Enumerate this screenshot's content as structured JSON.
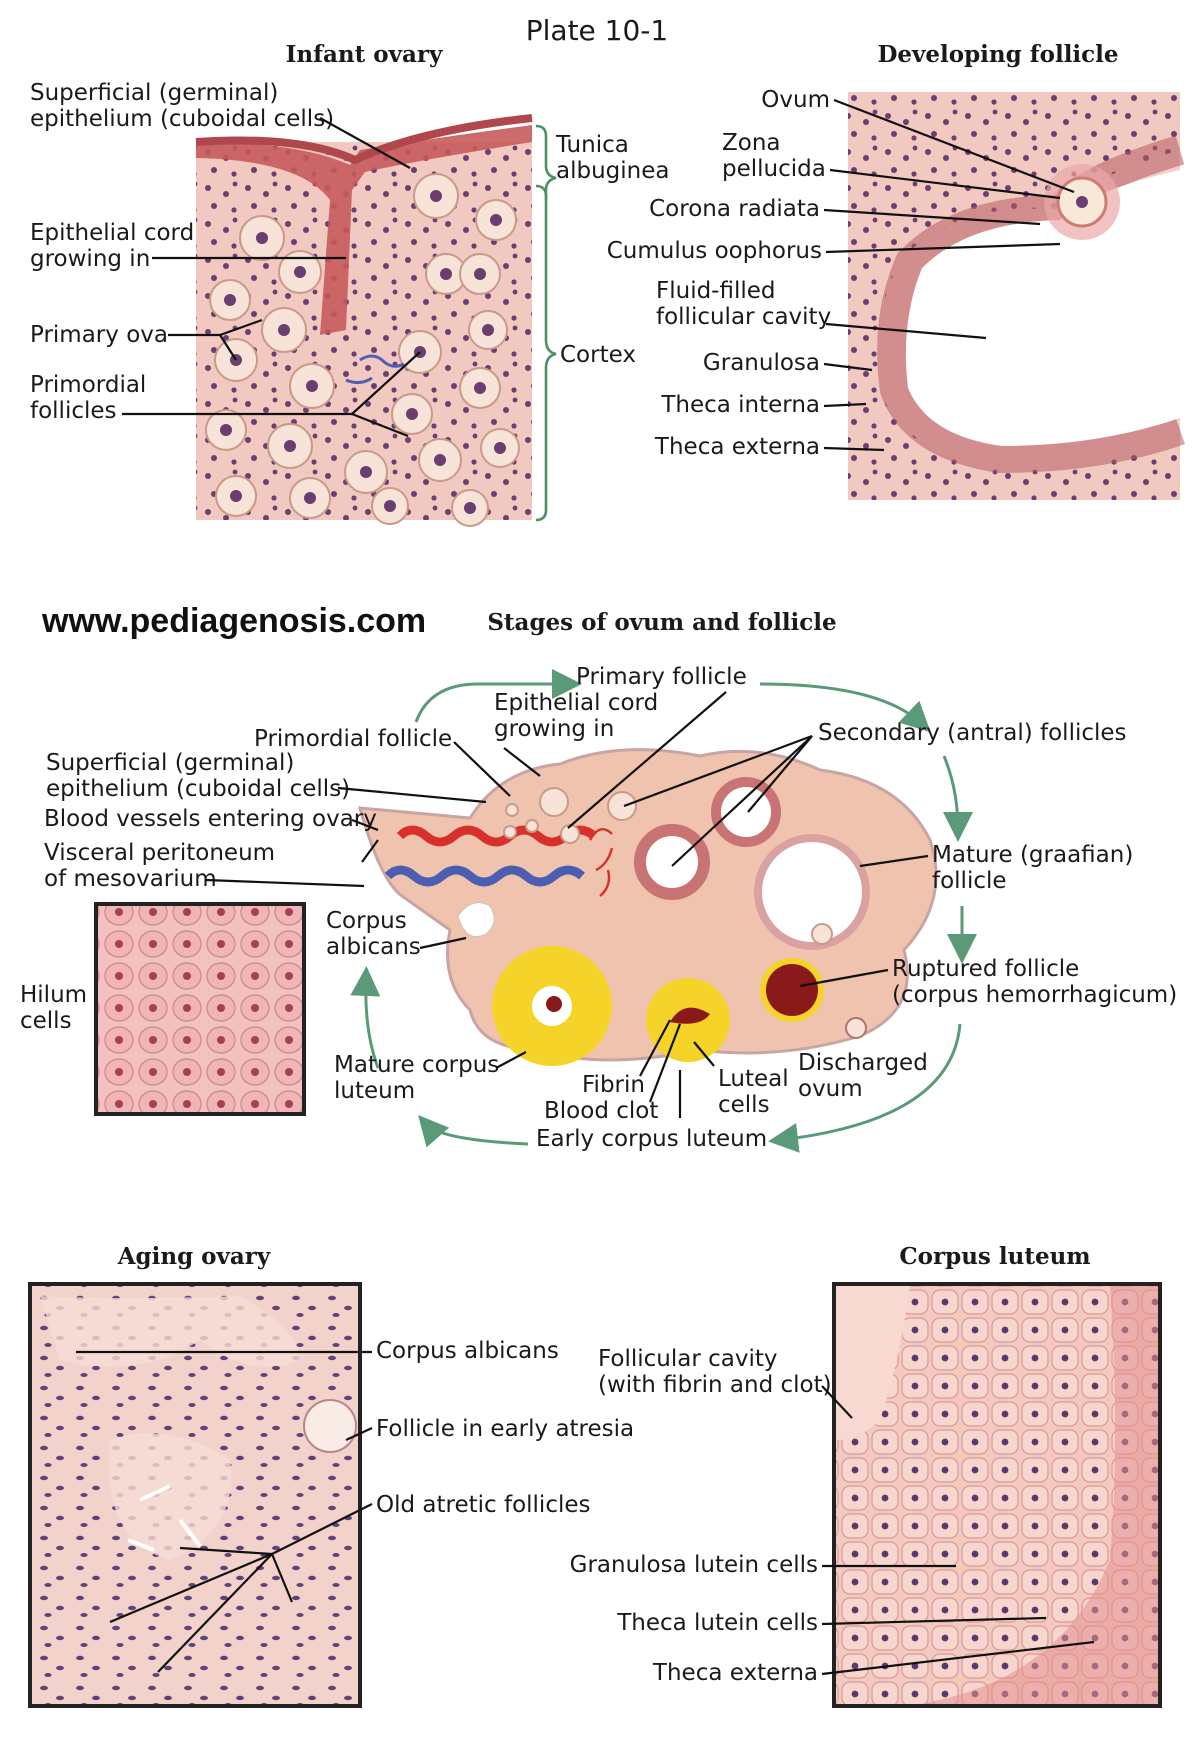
{
  "plate_title": "Plate 10-1",
  "website": "www.pediagenosis.com",
  "infant_ovary": {
    "heading": "Infant ovary",
    "labels": {
      "superficial_1": "Superficial (germinal)",
      "superficial_2": "epithelium (cuboidal cells)",
      "cord_1": "Epithelial cord",
      "cord_2": "growing in",
      "primary_ova": "Primary ova",
      "primordial_1": "Primordial",
      "primordial_2": "follicles",
      "tunica_1": "Tunica",
      "tunica_2": "albuginea",
      "cortex": "Cortex"
    }
  },
  "developing_follicle": {
    "heading": "Developing follicle",
    "labels": {
      "ovum": "Ovum",
      "zona_1": "Zona",
      "zona_2": "pellucida",
      "corona": "Corona radiata",
      "cumulus": "Cumulus oophorus",
      "fluid_1": "Fluid-filled",
      "fluid_2": "follicular cavity",
      "granulosa": "Granulosa",
      "theca_interna": "Theca interna",
      "theca_externa": "Theca externa"
    }
  },
  "stages": {
    "heading": "Stages of ovum and follicle",
    "labels": {
      "primary_follicle": "Primary follicle",
      "cord_1": "Epithelial cord",
      "cord_2": "growing in",
      "primordial_follicle": "Primordial follicle",
      "secondary": "Secondary (antral) follicles",
      "superficial_1": "Superficial (germinal)",
      "superficial_2": "epithelium (cuboidal cells)",
      "blood_vessels": "Blood vessels entering ovary",
      "visceral_1": "Visceral peritoneum",
      "visceral_2": "of mesovarium",
      "mature_1": "Mature (graafian)",
      "mature_2": "follicle",
      "corpus_albicans_1": "Corpus",
      "corpus_albicans_2": "albicans",
      "ruptured_1": "Ruptured follicle",
      "ruptured_2": "(corpus hemorrhagicum)",
      "hilum_1": "Hilum",
      "hilum_2": "cells",
      "mature_cl_1": "Mature corpus",
      "mature_cl_2": "luteum",
      "fibrin": "Fibrin",
      "blood_clot": "Blood clot",
      "luteal_1": "Luteal",
      "luteal_2": "cells",
      "discharged_1": "Discharged",
      "discharged_2": "ovum",
      "early_cl": "Early corpus luteum"
    }
  },
  "aging_ovary": {
    "heading": "Aging ovary",
    "labels": {
      "corpus_albicans": "Corpus albicans",
      "early_atresia": "Follicle in early atresia",
      "old_atretic": "Old atretic follicles"
    }
  },
  "corpus_luteum": {
    "heading": "Corpus luteum",
    "labels": {
      "cavity_1": "Follicular cavity",
      "cavity_2": "(with fibrin and clot)",
      "granulosa_lutein": "Granulosa lutein cells",
      "theca_lutein": "Theca lutein cells",
      "theca_externa": "Theca externa"
    }
  },
  "colors": {
    "tissue": "#f2c4bd",
    "tissue_dark": "#d9787a",
    "nucleus": "#5a3a6a",
    "cycle_arrow": "#5a9a78",
    "artery": "#d8302a",
    "vein": "#4a5fb0",
    "luteum_yellow": "#f5d328",
    "clot_red": "#8a1a1a"
  }
}
